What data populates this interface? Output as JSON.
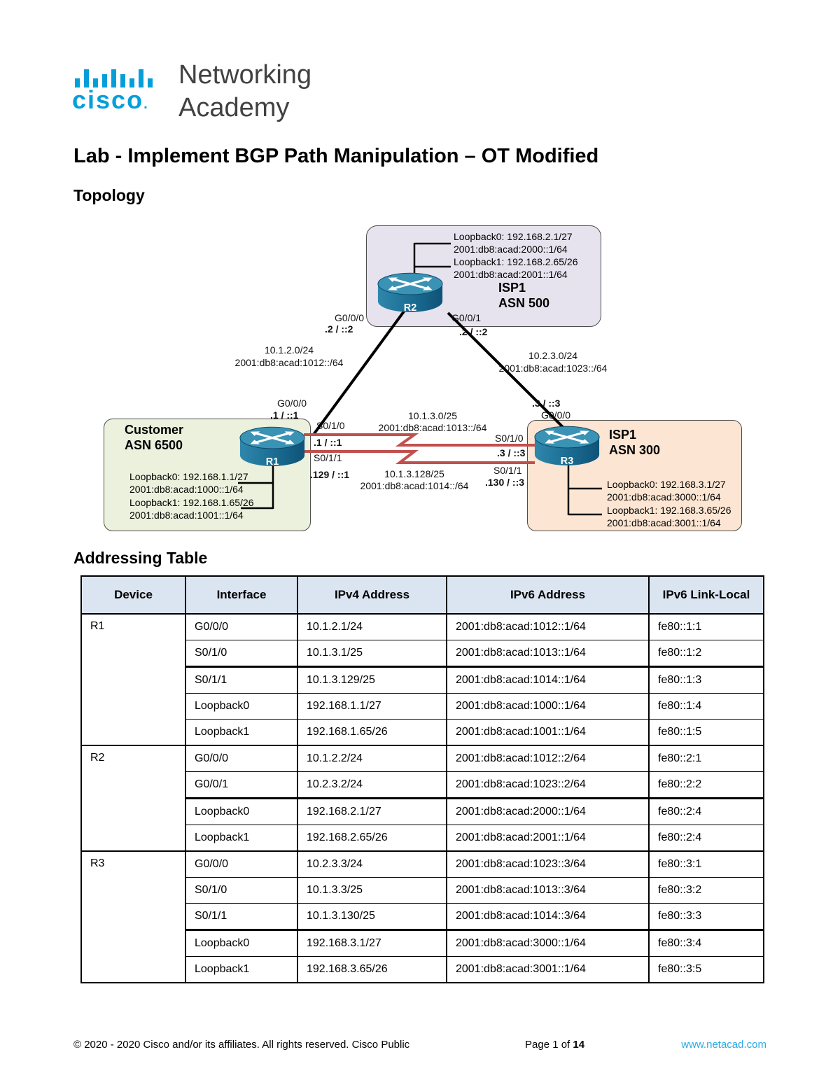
{
  "header": {
    "brand": "cisco",
    "brand_tm": ".",
    "line1": "Networking",
    "line2": "Academy",
    "brand_color": "#049fd9"
  },
  "doc": {
    "title": "Lab - Implement BGP Path Manipulation – OT Modified",
    "topology_heading": "Topology",
    "addressing_heading": "Addressing Table"
  },
  "topology": {
    "isp500": {
      "name": "ISP1",
      "asn": "ASN 500",
      "router": "R2",
      "lo0": "Loopback0: 192.168.2.1/27",
      "lo0v6": "2001:db8:acad:2000::1/64",
      "lo1": "Loopback1: 192.168.2.65/26",
      "lo1v6": "2001:db8:acad:2001::1/64"
    },
    "customer": {
      "name": "Customer",
      "asn": "ASN 6500",
      "router": "R1",
      "lo0": "Loopback0: 192.168.1.1/27",
      "lo0v6": "2001:db8:acad:1000::1/64",
      "lo1": "Loopback1: 192.168.1.65/26",
      "lo1v6": "2001:db8:acad:1001::1/64"
    },
    "isp300": {
      "name": "ISP1",
      "asn": "ASN 300",
      "router": "R3",
      "lo0": "Loopback0: 192.168.3.1/27",
      "lo0v6": "2001:db8:acad:3000::1/64",
      "lo1": "Loopback1: 192.168.3.65/26",
      "lo1v6": "2001:db8:acad:3001::1/64"
    },
    "links": {
      "r1r2": {
        "subnet": "10.1.2.0/24",
        "v6": "2001:db8:acad:1012::/64",
        "r2_if": "G0/0/0",
        "r2_addr": ".2 / ::2",
        "r1_if": "G0/0/0",
        "r1_addr": ".1 / ::1"
      },
      "r2r3": {
        "subnet": "10.2.3.0/24",
        "v6": "2001:db8:acad:1023::/64",
        "r2_if": "G0/0/1",
        "r2_addr": ".2 / ::2",
        "r3_if": "G0/0/0",
        "r3_addr": ".3 / ::3"
      },
      "serial0": {
        "subnet": "10.1.3.0/25",
        "v6": "2001:db8:acad:1013::/64",
        "r1_if": "S0/1/0",
        "r1_addr": ".1 / ::1",
        "r3_if": "S0/1/0",
        "r3_addr": ".3 / ::3"
      },
      "serial1": {
        "subnet": "10.1.3.128/25",
        "v6": "2001:db8:acad:1014::/64",
        "r1_if": "S0/1/1",
        "r1_addr": ".129 / ::1",
        "r3_if": "S0/1/1",
        "r3_addr": ".130 / ::3"
      }
    },
    "colors": {
      "isp500_bg": "#e6e3ee",
      "customer_bg": "#ebf1dd",
      "isp300_bg": "#fce5d2",
      "serial_link": "#c0504d",
      "ethernet_link": "#000000",
      "router_body": "#1a6b91"
    }
  },
  "table": {
    "headers": [
      "Device",
      "Interface",
      "IPv4 Address",
      "IPv6 Address",
      "IPv6 Link-Local"
    ],
    "rows": [
      {
        "device": "R1",
        "interface": "G0/0/0",
        "ipv4": "10.1.2.1/24",
        "ipv6": "2001:db8:acad:1012::1/64",
        "link_local": "fe80::1:1"
      },
      {
        "interface": "S0/1/0",
        "ipv4": "10.1.3.1/25",
        "ipv6": "2001:db8:acad:1013::1/64",
        "link_local": "fe80::1:2"
      },
      {
        "interface": "S0/1/1",
        "ipv4": "10.1.3.129/25",
        "ipv6": "2001:db8:acad:1014::1/64",
        "link_local": "fe80::1:3"
      },
      {
        "interface": "Loopback0",
        "ipv4": "192.168.1.1/27",
        "ipv6": "2001:db8:acad:1000::1/64",
        "link_local": "fe80::1:4"
      },
      {
        "interface": "Loopback1",
        "ipv4": "192.168.1.65/26",
        "ipv6": "2001:db8:acad:1001::1/64",
        "link_local": "fe80::1:5"
      },
      {
        "device": "R2",
        "interface": "G0/0/0",
        "ipv4": "10.1.2.2/24",
        "ipv6": "2001:db8:acad:1012::2/64",
        "link_local": "fe80::2:1"
      },
      {
        "interface": "G0/0/1",
        "ipv4": "10.2.3.2/24",
        "ipv6": "2001:db8:acad:1023::2/64",
        "link_local": "fe80::2:2"
      },
      {
        "interface": "Loopback0",
        "ipv4": "192.168.2.1/27",
        "ipv6": "2001:db8:acad:2000::1/64",
        "link_local": "fe80::2:4"
      },
      {
        "interface": "Loopback1",
        "ipv4": "192.168.2.65/26",
        "ipv6": "2001:db8:acad:2001::1/64",
        "link_local": "fe80::2:4"
      },
      {
        "device": "R3",
        "interface": "G0/0/0",
        "ipv4": "10.2.3.3/24",
        "ipv6": "2001:db8:acad:1023::3/64",
        "link_local": "fe80::3:1"
      },
      {
        "interface": "S0/1/0",
        "ipv4": "10.1.3.3/25",
        "ipv6": "2001:db8:acad:1013::3/64",
        "link_local": "fe80::3:2"
      },
      {
        "interface": "S0/1/1",
        "ipv4": "10.1.3.130/25",
        "ipv6": "2001:db8:acad:1014::3/64",
        "link_local": "fe80::3:3"
      },
      {
        "interface": "Loopback0",
        "ipv4": "192.168.3.1/27",
        "ipv6": "2001:db8:acad:3000::1/64",
        "link_local": "fe80::3:4"
      },
      {
        "interface": "Loopback1",
        "ipv4": "192.168.3.65/26",
        "ipv6": "2001:db8:acad:3001::1/64",
        "link_local": "fe80::3:5"
      }
    ]
  },
  "footer": {
    "copyright": "© 2020 - 2020 Cisco and/or its affiliates. All rights reserved. Cisco Public",
    "page_label": "Page 1 of ",
    "page_total": "14",
    "site": "www.netacad.com"
  }
}
